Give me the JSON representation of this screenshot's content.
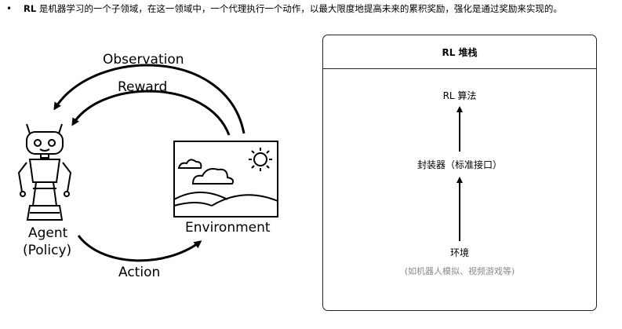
{
  "bullet": {
    "term": "RL",
    "text": " 是机器学习的一个子领域，在这一领域中，一个代理执行一个动作，以最大限度地提高未来的累积奖励，强化是通过奖励来实现的。"
  },
  "loop": {
    "observation": "Observation",
    "reward": "Reward",
    "action": "Action",
    "agent_line1": "Agent",
    "agent_line2": "(Policy)",
    "environment": "Environment"
  },
  "stack": {
    "title": "RL 堆栈",
    "layers": [
      {
        "label": "RL 算法"
      },
      {
        "label": "封装器（标准接口）"
      },
      {
        "label": "环境",
        "sub": "(如机器人模拟、视频游戏等)"
      }
    ]
  }
}
